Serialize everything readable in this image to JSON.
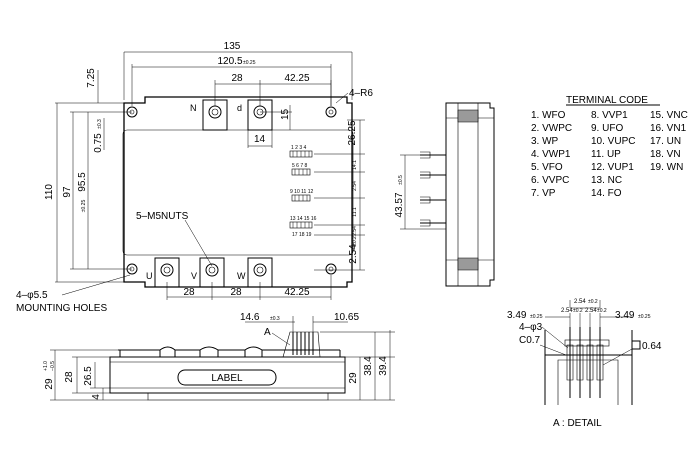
{
  "top_view": {
    "dim_overall_width": "135",
    "dim_hole_pitch": "120.5",
    "dim_hole_pitch_tol": "±0.25",
    "dim_n_to_d": "28",
    "dim_d_to_edge": "42.25",
    "dim_top_offset": "7.25",
    "dim_overall_height": "110",
    "dim_inner_height": "97",
    "dim_hole_vertical_pitch": "95.5",
    "dim_hole_vertical_pitch_tol": "±0.25",
    "dim_case_gap": "0.75",
    "dim_case_gap_tol": "±0.3",
    "dim_nut_offset": "15",
    "dim_nut_width": "14",
    "dim_terminal_top": "26.25",
    "dim_pin_pitch_a": "2.54",
    "dim_pin_pitch_a_tol": "±0.2",
    "dim_pin_pitch_b": "2.54",
    "dim_pin_pitch_b_tol": "±0.2",
    "dim_pin_row_gap_1": "2.54",
    "dim_pin_row_gap_2": "14.1",
    "dim_pin_row_gap_3": "11.1",
    "corner_radius": "4–R6",
    "nuts_label": "5–M5NUTS",
    "mounting_holes_size": "4–φ5.5",
    "mounting_holes_label": "MOUNTING HOLES",
    "dim_bottom_u_v": "28",
    "dim_bottom_v_w": "28",
    "dim_bottom_w_edge": "42.25",
    "terminal_n": "N",
    "terminal_d": "d",
    "terminal_u": "U",
    "terminal_v": "V",
    "terminal_w": "W",
    "pin_group_1": "1 2 3 4",
    "pin_group_2": "5 6 7 8",
    "pin_group_3": "9 10 11 12",
    "pin_group_4": "13 14 15 16",
    "pin_group_5": "17 18 19"
  },
  "side_view": {
    "dim_height": "43.57",
    "dim_height_tol": "±0.5"
  },
  "front_view": {
    "label_text": "LABEL",
    "dim_pin_offset": "14.6",
    "dim_pin_offset_tol": "±0.3",
    "dim_pin_span": "10.65",
    "detail_marker": "A",
    "dim_case_height": "28",
    "dim_case_body": "26.5",
    "dim_total_case": "29",
    "dim_total_case_tol_plus": "+1.0",
    "dim_total_case_tol_minus": "−0.5",
    "dim_base_plate": "4",
    "dim_right_29": "29",
    "dim_right_38_4": "38.4",
    "dim_right_39_4": "39.4"
  },
  "detail_view": {
    "dim_left_edge": "3.49",
    "dim_left_edge_tol": "±0.25",
    "dim_right_edge": "3.49",
    "dim_right_edge_tol": "±0.25",
    "dim_pitch_top": "2.54",
    "dim_pitch_top_tol": "±0.2",
    "dim_pitch_1": "2.54",
    "dim_pitch_1_tol": "±0.2",
    "dim_pitch_2": "2.54",
    "dim_pitch_2_tol": "±0.2",
    "holes": "4–φ3",
    "chamfer": "C0.7",
    "pin_square": "0.64",
    "title": "A : DETAIL"
  },
  "terminal_code": {
    "title": "TERMINAL CODE",
    "col1": [
      "1. WFO",
      "2. VWPC",
      "3. WP",
      "4. VWP1",
      "5. VFO",
      "6. VVPC",
      "7. VP"
    ],
    "col2": [
      "8. VVP1",
      "9. UFO",
      "10. VUPC",
      "11. UP",
      "12. VUP1",
      "13. NC",
      "14. FO"
    ],
    "col3": [
      "15. VNC",
      "16. VN1",
      "17. UN",
      "18. VN",
      "19. WN"
    ]
  }
}
